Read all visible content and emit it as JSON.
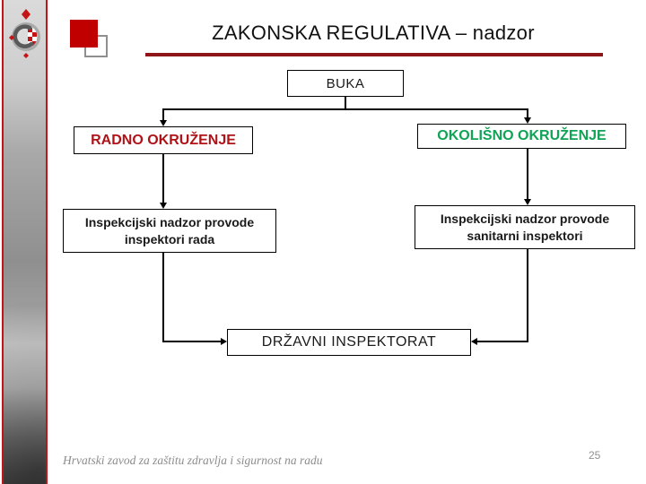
{
  "slide": {
    "title": "ZAKONSKA REGULATIVA – nadzor",
    "footer": "Hrvatski zavod za zaštitu zdravlja i sigurnost na radu",
    "page_number": "25"
  },
  "diagram": {
    "root": {
      "label": "BUKA"
    },
    "branches": {
      "left": {
        "heading": "RADNO OKRUŽENJE",
        "heading_color": "#B01218",
        "detail_line1": "Inspekcijski nadzor provode",
        "detail_line2": "inspektori rada"
      },
      "right": {
        "heading": "OKOLIŠNO OKRUŽENJE",
        "heading_color": "#0FA355",
        "detail_line1": "Inspekcijski nadzor provode",
        "detail_line2": "sanitarni inspektori"
      }
    },
    "bottom": {
      "label": "DRŽAVNI INSPEKTORAT"
    },
    "edges": [
      "BUKA -> RADNO OKRUŽENJE",
      "BUKA -> OKOLIŠNO OKRUŽENJE",
      "RADNO OKRUŽENJE -> Inspekcijski nadzor provode inspektori rada",
      "OKOLIŠNO OKRUŽENJE -> Inspekcijski nadzor provode sanitarni inspektori",
      "Inspekcijski nadzor provode inspektori rada -> DRŽAVNI INSPEKTORAT",
      "Inspekcijski nadzor provode sanitarni inspektori -> DRŽAVNI INSPEKTORAT"
    ]
  },
  "icons": {
    "logo": "croatian-institute-emblem"
  },
  "colors": {
    "accent_red_square": "#C00000",
    "title_underline": "#8E1518",
    "sidebar_border": "#C41414",
    "connector": "#000000",
    "left_heading_text": "#B01218",
    "right_heading_text": "#0FA355",
    "footer_text": "#8C8C8C"
  }
}
